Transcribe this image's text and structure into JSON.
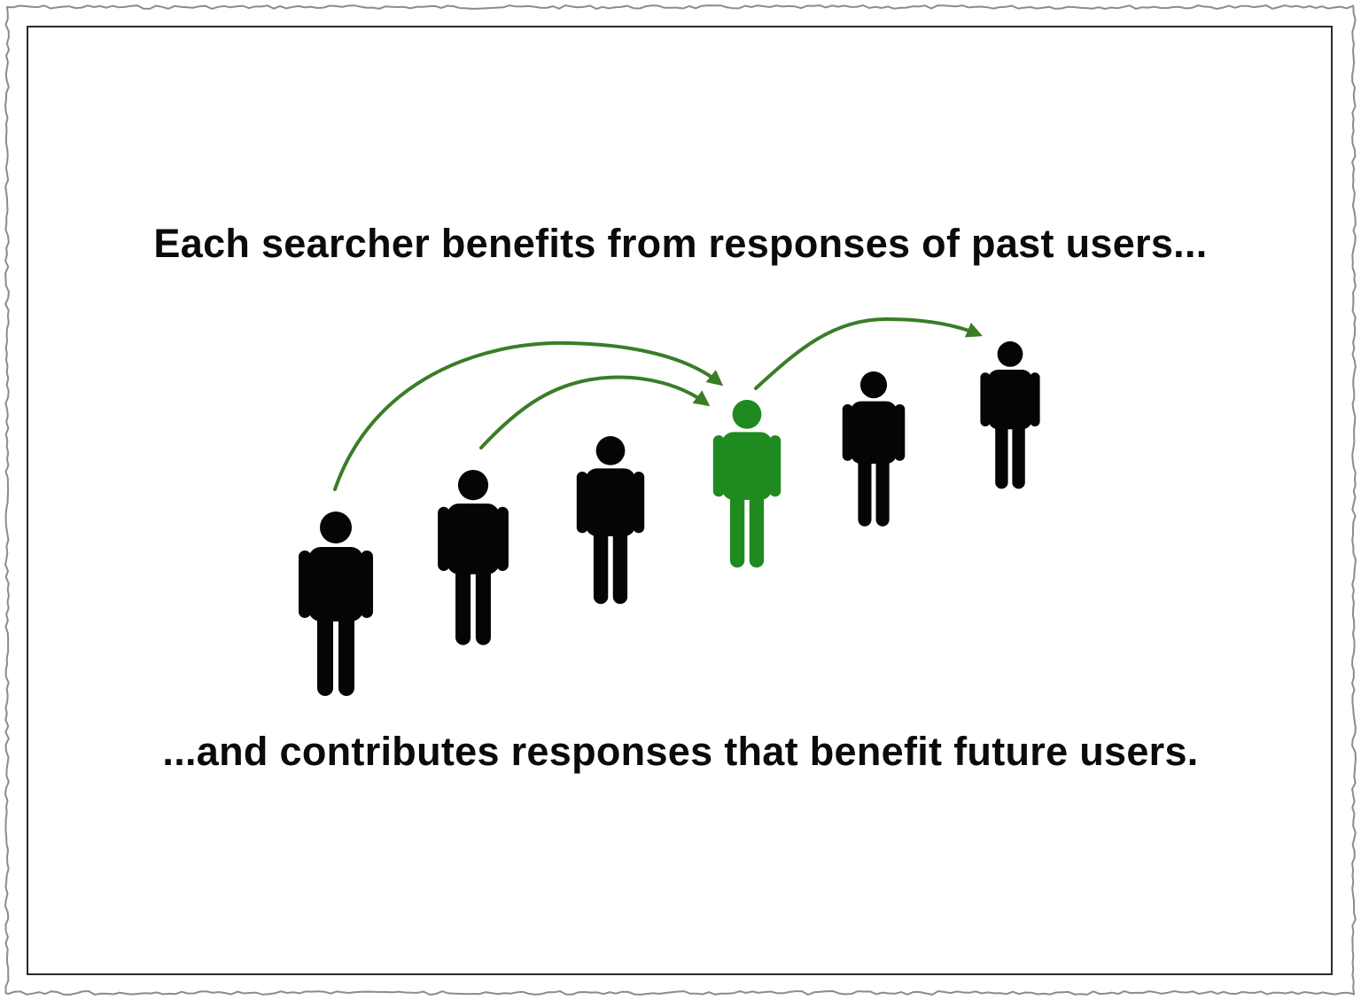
{
  "captions": {
    "top": "Each searcher benefits from responses of past users...",
    "bottom": "...and contributes responses that benefit future users."
  },
  "colors": {
    "person_default": "#050505",
    "person_highlight": "#1f8a1f",
    "arrow": "#3a7d27",
    "frame_border": "#2a2a2a"
  },
  "icons": {
    "person": "person-icon",
    "arrow": "curved-arrow-icon"
  },
  "people": [
    {
      "role": "past-user",
      "highlight": false
    },
    {
      "role": "past-user",
      "highlight": false
    },
    {
      "role": "past-user",
      "highlight": false
    },
    {
      "role": "current-searcher",
      "highlight": true
    },
    {
      "role": "future-user",
      "highlight": false
    },
    {
      "role": "future-user",
      "highlight": false
    }
  ],
  "arrows": [
    {
      "from": 0,
      "to": 3
    },
    {
      "from": 1,
      "to": 3
    },
    {
      "from": 3,
      "to": 5
    }
  ]
}
